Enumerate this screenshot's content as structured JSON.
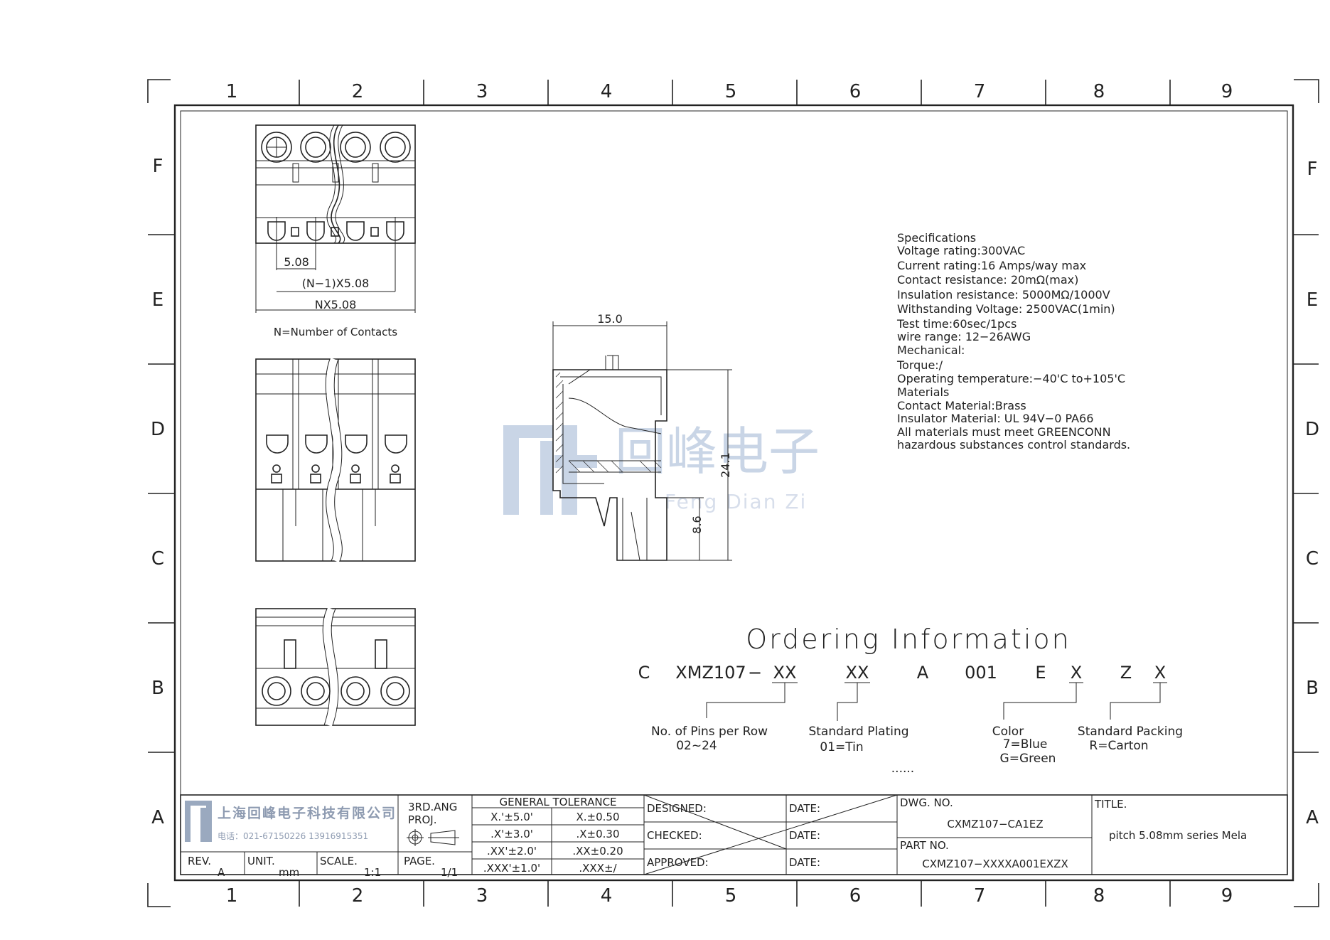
{
  "border": {
    "columns": [
      "1",
      "2",
      "3",
      "4",
      "5",
      "6",
      "7",
      "8",
      "9"
    ],
    "rows": [
      "F",
      "E",
      "D",
      "C",
      "B",
      "A"
    ]
  },
  "front_view": {
    "dim_pitch": "5.08",
    "dim_span": "(N−1)X5.08",
    "dim_total": "NX5.08",
    "note": "N=Number  of  Contacts"
  },
  "side_view": {
    "dim_width": "15.0",
    "dim_height": "24.1",
    "dim_lower": "8.6"
  },
  "watermark": {
    "cn": "回峰电子",
    "en": "Feng Dian Zi"
  },
  "specifications": [
    "Specifications",
    "Voltage  rating:300VAC",
    "Current  rating:16  Amps/way  max",
    "Contact  resistance:  20mΩ(max)",
    "Insulation  resistance:  5000MΩ/1000V",
    "Withstanding  Voltage:  2500VAC(1min)",
    "Test  time:60sec/1pcs",
    "wire  range:  12−26AWG",
    "Mechanical:",
    "Torque:/",
    "Operating  temperature:−40'C  to+105'C",
    "Materials",
    "Contact  Material:Brass",
    "Insulator  Material:  UL  94V−0  PA66",
    "All  materials  must  meet  GREENCONN",
    "hazardous  substances  control  standards."
  ],
  "ordering": {
    "title": "Ordering  Information",
    "code": [
      "C",
      "XMZ107",
      "−",
      "XX",
      "XX",
      "A",
      "001",
      "E",
      "X",
      "Z",
      "X"
    ],
    "pins_label": "No.  of  Pins  per  Row",
    "pins_value": "02~24",
    "plating_label": "Standard  Plating",
    "plating_value": "01=Tin",
    "plating_more": "......",
    "color_label": "Color",
    "color_v1": "7=Blue",
    "color_v2": "G=Green",
    "packing_label": "Standard  Packing",
    "packing_value": "R=Carton"
  },
  "title_block": {
    "company_cn": "上海回峰电子科技有限公司",
    "company_phone": "电话：021-67150226  13916915351",
    "rev_label": "REV.",
    "rev_value": "A",
    "unit_label": "UNIT.",
    "unit_value": "mm",
    "scale_label": "SCALE.",
    "scale_value": "1:1",
    "proj_1": "3RD.ANG",
    "proj_2": "PROJ.",
    "page_label": "PAGE.",
    "page_value": "1/1",
    "tol_title": "GENERAL  TOLERANCE",
    "tol": [
      [
        "X.'±5.0'",
        "X.±0.50"
      ],
      [
        ".X'±3.0'",
        ".X±0.30"
      ],
      [
        ".XX'±2.0'",
        ".XX±0.20"
      ],
      [
        ".XXX'±1.0'",
        ".XXX±/"
      ]
    ],
    "designed": "DESIGNED:",
    "checked": "CHECKED:",
    "approved": "APPROVED:",
    "date": "DATE:",
    "dwg_label": "DWG.  NO.",
    "dwg_value": "CXMZ107−CA1EZ",
    "part_label": "PART  NO.",
    "part_value": "CXMZ107−XXXXA001EXZX",
    "title_label": "TITLE.",
    "title_value": "pitch  5.08mm  series  Mela"
  }
}
